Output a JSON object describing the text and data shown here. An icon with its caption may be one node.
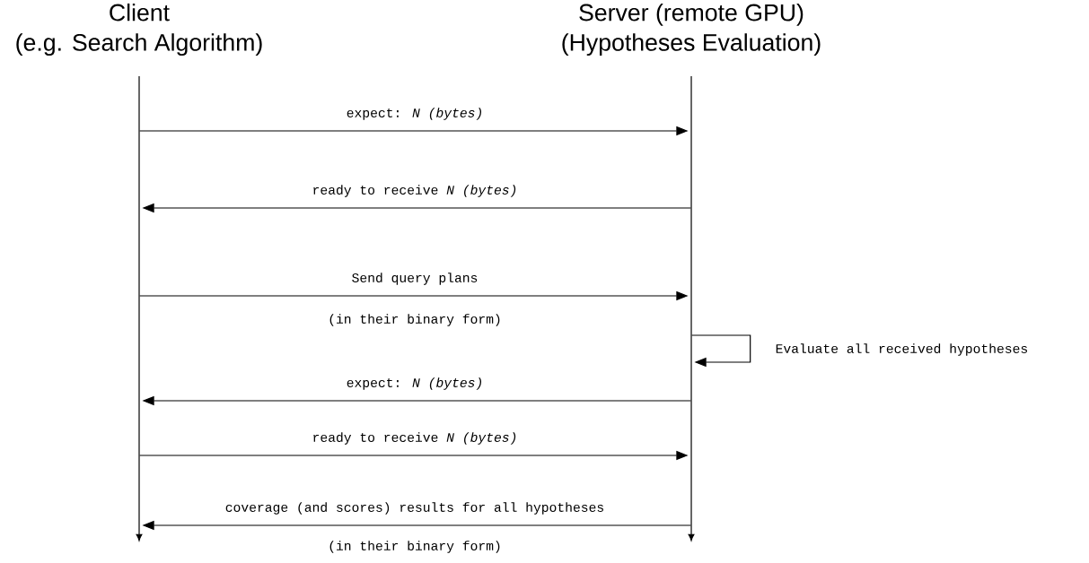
{
  "diagram": {
    "nodes": [
      {
        "text": [
          "Client",
          "(e.g. Search Algorithm)"
        ]
      },
      {
        "text": [
          "Server (remote GPU)",
          "(Hypotheses Evaluation)"
        ]
      }
    ],
    "edges": [
      {
        "from": 0,
        "to": 1,
        "arrow": "to",
        "label": "expect: *N (bytes)*"
      },
      {
        "from": 1,
        "to": 0,
        "arrow": "to",
        "label": "ready to receive *N (bytes)*"
      },
      {
        "from": 0,
        "to": 1,
        "arrow": "to",
        "label": "Send query plans"
      },
      {
        "from": 1,
        "to": 1,
        "arrow": "to",
        "label": "Evaluate all received hypotheses"
      },
      {
        "from": 1,
        "to": 0,
        "arrow": "to",
        "label": "expect: *N (bytes)*"
      },
      {
        "from": 0,
        "to": 1,
        "arrow": "to",
        "label": "ready to receive *N (bytes)*"
      },
      {
        "from": 1,
        "to": 0,
        "arrow": "to",
        "label": "coverage (and scores) results for all hypotheses"
      }
    ],
    "labels": [
      "(in their binary form)",
      "(in their binary form)"
    ]
  }
}
